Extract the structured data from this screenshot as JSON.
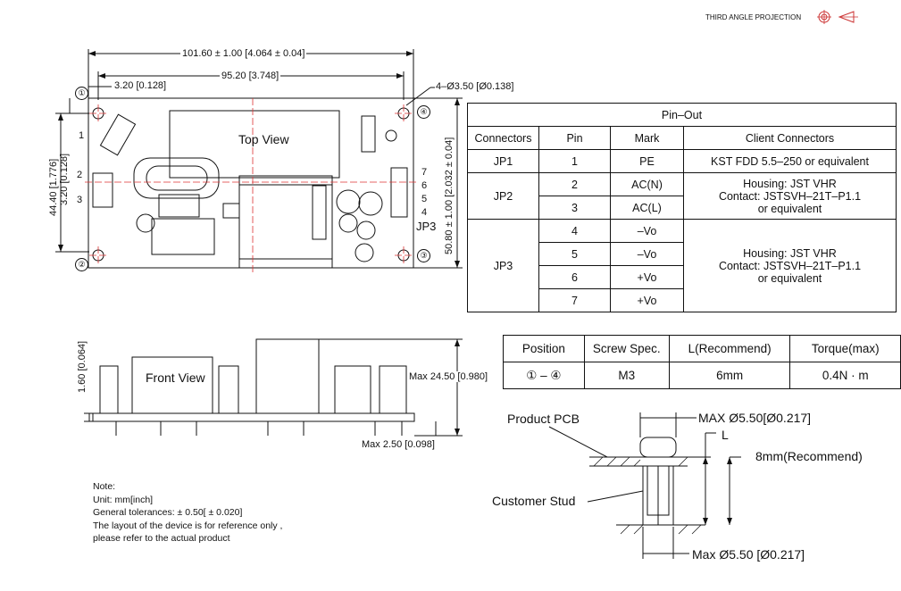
{
  "header": {
    "projection": "THIRD ANGLE PROJECTION"
  },
  "top_view": {
    "title": "Top View",
    "dim_width": "101.60 ± 1.00 [4.064 ± 0.04]",
    "dim_hole_span": "95.20 [3.748]",
    "dim_hole_offset": "3.20 [0.128]",
    "dim_holes": "4–Ø3.50 [Ø0.138]",
    "dim_height_left": "44.40 [1.776]",
    "dim_hole_offset_v": "3.20 [0.128]",
    "dim_height_right": "50.80 ± 1.00 [2.032 ± 0.04]",
    "hole_labels": [
      "①",
      "②",
      "③",
      "④"
    ],
    "pin_labels": [
      "1",
      "2",
      "3",
      "7",
      "6",
      "5",
      "4"
    ],
    "jp3_label": "JP3"
  },
  "pinout": {
    "title": "Pin–Out",
    "headers": [
      "Connectors",
      "Pin",
      "Mark",
      "Client Connectors"
    ],
    "jp1": {
      "connector": "JP1",
      "pin": "1",
      "mark": "PE",
      "client": "KST FDD 5.5–250 or equivalent"
    },
    "jp2": {
      "connector": "JP2",
      "rows": [
        {
          "pin": "2",
          "mark": "AC(N)"
        },
        {
          "pin": "3",
          "mark": "AC(L)"
        }
      ],
      "client": [
        "Housing: JST VHR",
        "Contact: JSTSVH–21T–P1.1",
        "or equivalent"
      ]
    },
    "jp3": {
      "connector": "JP3",
      "rows": [
        {
          "pin": "4",
          "mark": "–Vo"
        },
        {
          "pin": "5",
          "mark": "–Vo"
        },
        {
          "pin": "6",
          "mark": "+Vo"
        },
        {
          "pin": "7",
          "mark": "+Vo"
        }
      ],
      "client": [
        "Housing: JST VHR",
        "Contact: JSTSVH–21T–P1.1",
        "or equivalent"
      ]
    }
  },
  "front_view": {
    "title": "Front View",
    "dim_pcb": "1.60 [0.064]",
    "dim_max_height": "Max 24.50 [0.980]",
    "dim_max_lead": "Max 2.50 [0.098]"
  },
  "screw_table": {
    "headers": [
      "Position",
      "Screw Spec.",
      "L(Recommend)",
      "Torque(max)"
    ],
    "row": [
      "① – ④",
      "M3",
      "6mm",
      "0.4N · m"
    ]
  },
  "mount_detail": {
    "product_pcb": "Product PCB",
    "customer_stud": "Customer Stud",
    "max_top": "MAX Ø5.50[Ø0.217]",
    "l_label": "L",
    "recommend": "8mm(Recommend)",
    "max_bottom": "Max Ø5.50 [Ø0.217]"
  },
  "note": {
    "title": "Note:",
    "unit": "Unit: mm[inch]",
    "tolerance": "General tolerances: ± 0.50[ ± 0.020]",
    "line1": "The layout of the device is for reference only ,",
    "line2": "please refer to the actual product"
  }
}
